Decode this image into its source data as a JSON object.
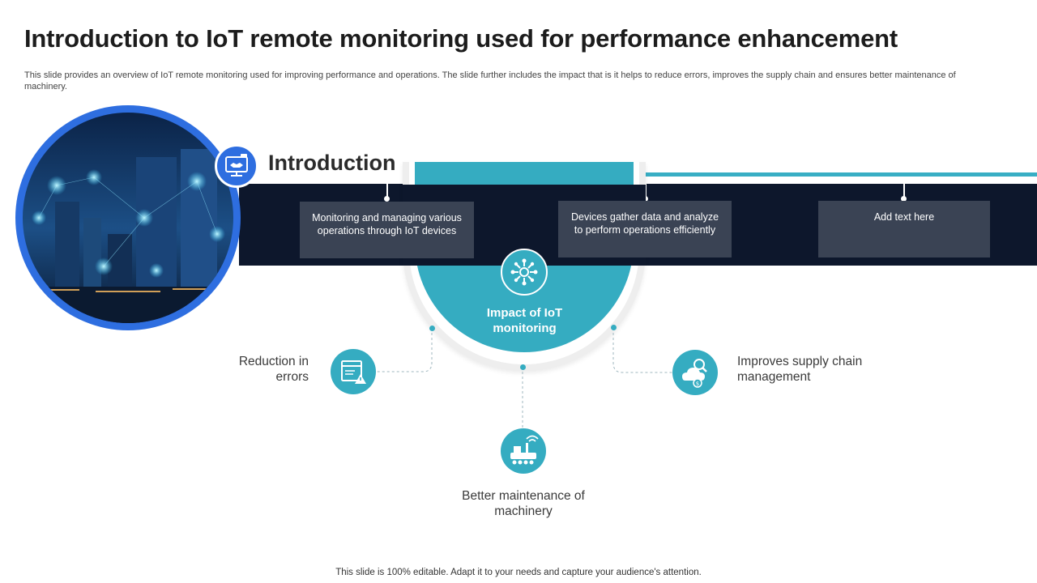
{
  "header": {
    "title": "Introduction to IoT remote monitoring used for performance enhancement",
    "subtitle": "This slide provides an overview of IoT remote monitoring used for improving performance and operations. The slide further includes the impact that is it helps to reduce errors, improves the supply chain and ensures better maintenance of machinery."
  },
  "intro": {
    "heading": "Introduction",
    "badge_icon": "monitor-handshake-icon",
    "cards": [
      {
        "text": "Monitoring and managing various operations through IoT devices"
      },
      {
        "text": "Devices gather data and analyze to perform operations efficiently"
      },
      {
        "text": "Add text here"
      }
    ]
  },
  "hero": {
    "image": "smart-city-iot-photo"
  },
  "impact": {
    "label": "Impact of IoT monitoring",
    "hub_icon": "network-hub-icon",
    "items": [
      {
        "label": "Reduction in errors",
        "icon": "error-window-icon"
      },
      {
        "label": "Improves supply chain management",
        "icon": "cloud-search-dollar-icon"
      },
      {
        "label": "Better maintenance of machinery",
        "icon": "iot-machine-icon"
      }
    ]
  },
  "footer": {
    "text": "This slide is 100% editable. Adapt it to your needs and capture your audience's attention."
  },
  "colors": {
    "teal": "#35acc1",
    "navy": "#0d172c",
    "blue": "#2e6ee0",
    "card": "#3a4354"
  }
}
